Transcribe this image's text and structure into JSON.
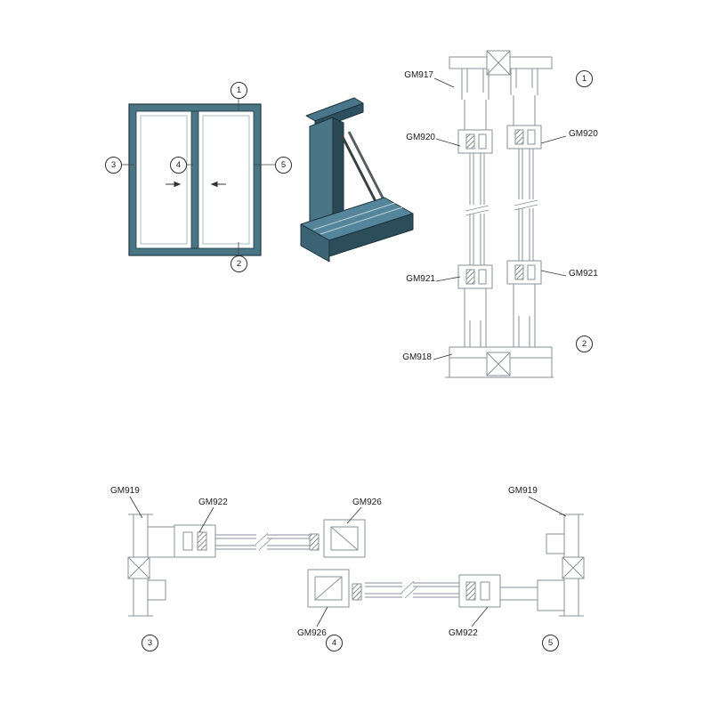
{
  "colors": {
    "frame_teal": "#4a7585",
    "frame_dark": "#1f3842",
    "section_line": "#8a9298",
    "label_text": "#1a1a1a"
  },
  "elevation": {
    "markers": [
      "1",
      "2",
      "3",
      "4",
      "5"
    ]
  },
  "vertical_section": {
    "labels": [
      {
        "id": "gm917",
        "text": "GM917"
      },
      {
        "id": "gm920-left",
        "text": "GM920"
      },
      {
        "id": "gm920-right",
        "text": "GM920"
      },
      {
        "id": "gm921-left",
        "text": "GM921"
      },
      {
        "id": "gm921-right",
        "text": "GM921"
      },
      {
        "id": "gm918",
        "text": "GM918"
      }
    ],
    "markers": [
      "1",
      "2"
    ]
  },
  "horizontal_section": {
    "labels": [
      {
        "id": "gm919-left",
        "text": "GM919"
      },
      {
        "id": "gm922-top",
        "text": "GM922"
      },
      {
        "id": "gm926-top",
        "text": "GM926"
      },
      {
        "id": "gm919-right",
        "text": "GM919"
      },
      {
        "id": "gm926-bottom",
        "text": "GM926"
      },
      {
        "id": "gm922-bottom",
        "text": "GM922"
      }
    ],
    "markers": [
      "3",
      "4",
      "5"
    ]
  }
}
